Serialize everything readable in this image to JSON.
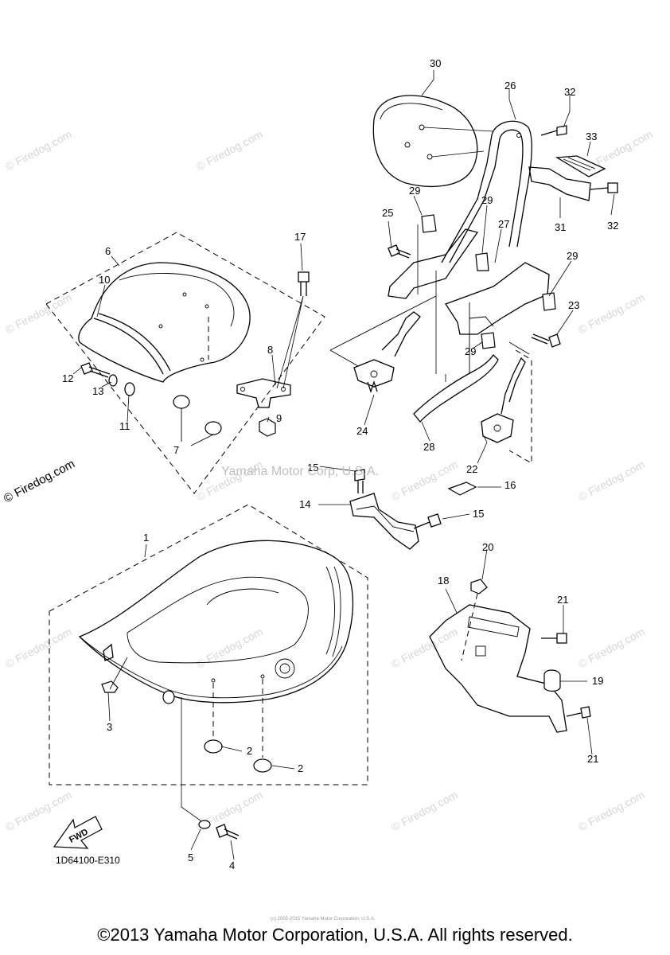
{
  "watermark": "© Firedog.com",
  "center_watermark": "Yamaha Motor Corp, U.S.A.",
  "diagram_code": "1D64100-E310",
  "fwd_label": "FWD",
  "tiny_print": "(c) 2005-2015 Yamaha Motor Corporation, U.S.A.",
  "copyright": "©2013 Yamaha Motor Corporation, U.S.A. All rights reserved.",
  "callouts": {
    "c1": "1",
    "c2a": "2",
    "c2b": "2",
    "c3": "3",
    "c4": "4",
    "c5": "5",
    "c6": "6",
    "c7": "7",
    "c8": "8",
    "c9": "9",
    "c10": "10",
    "c11": "11",
    "c12": "12",
    "c13": "13",
    "c14": "14",
    "c15a": "15",
    "c15b": "15",
    "c16": "16",
    "c17": "17",
    "c18": "18",
    "c19": "19",
    "c20": "20",
    "c21a": "21",
    "c21b": "21",
    "c22": "22",
    "c23": "23",
    "c24": "24",
    "c25": "25",
    "c26": "26",
    "c27": "27",
    "c28": "28",
    "c29a": "29",
    "c29b": "29",
    "c29c": "29",
    "c29d": "29",
    "c30": "30",
    "c31": "31",
    "c32a": "32",
    "c32b": "32",
    "c33": "33"
  }
}
